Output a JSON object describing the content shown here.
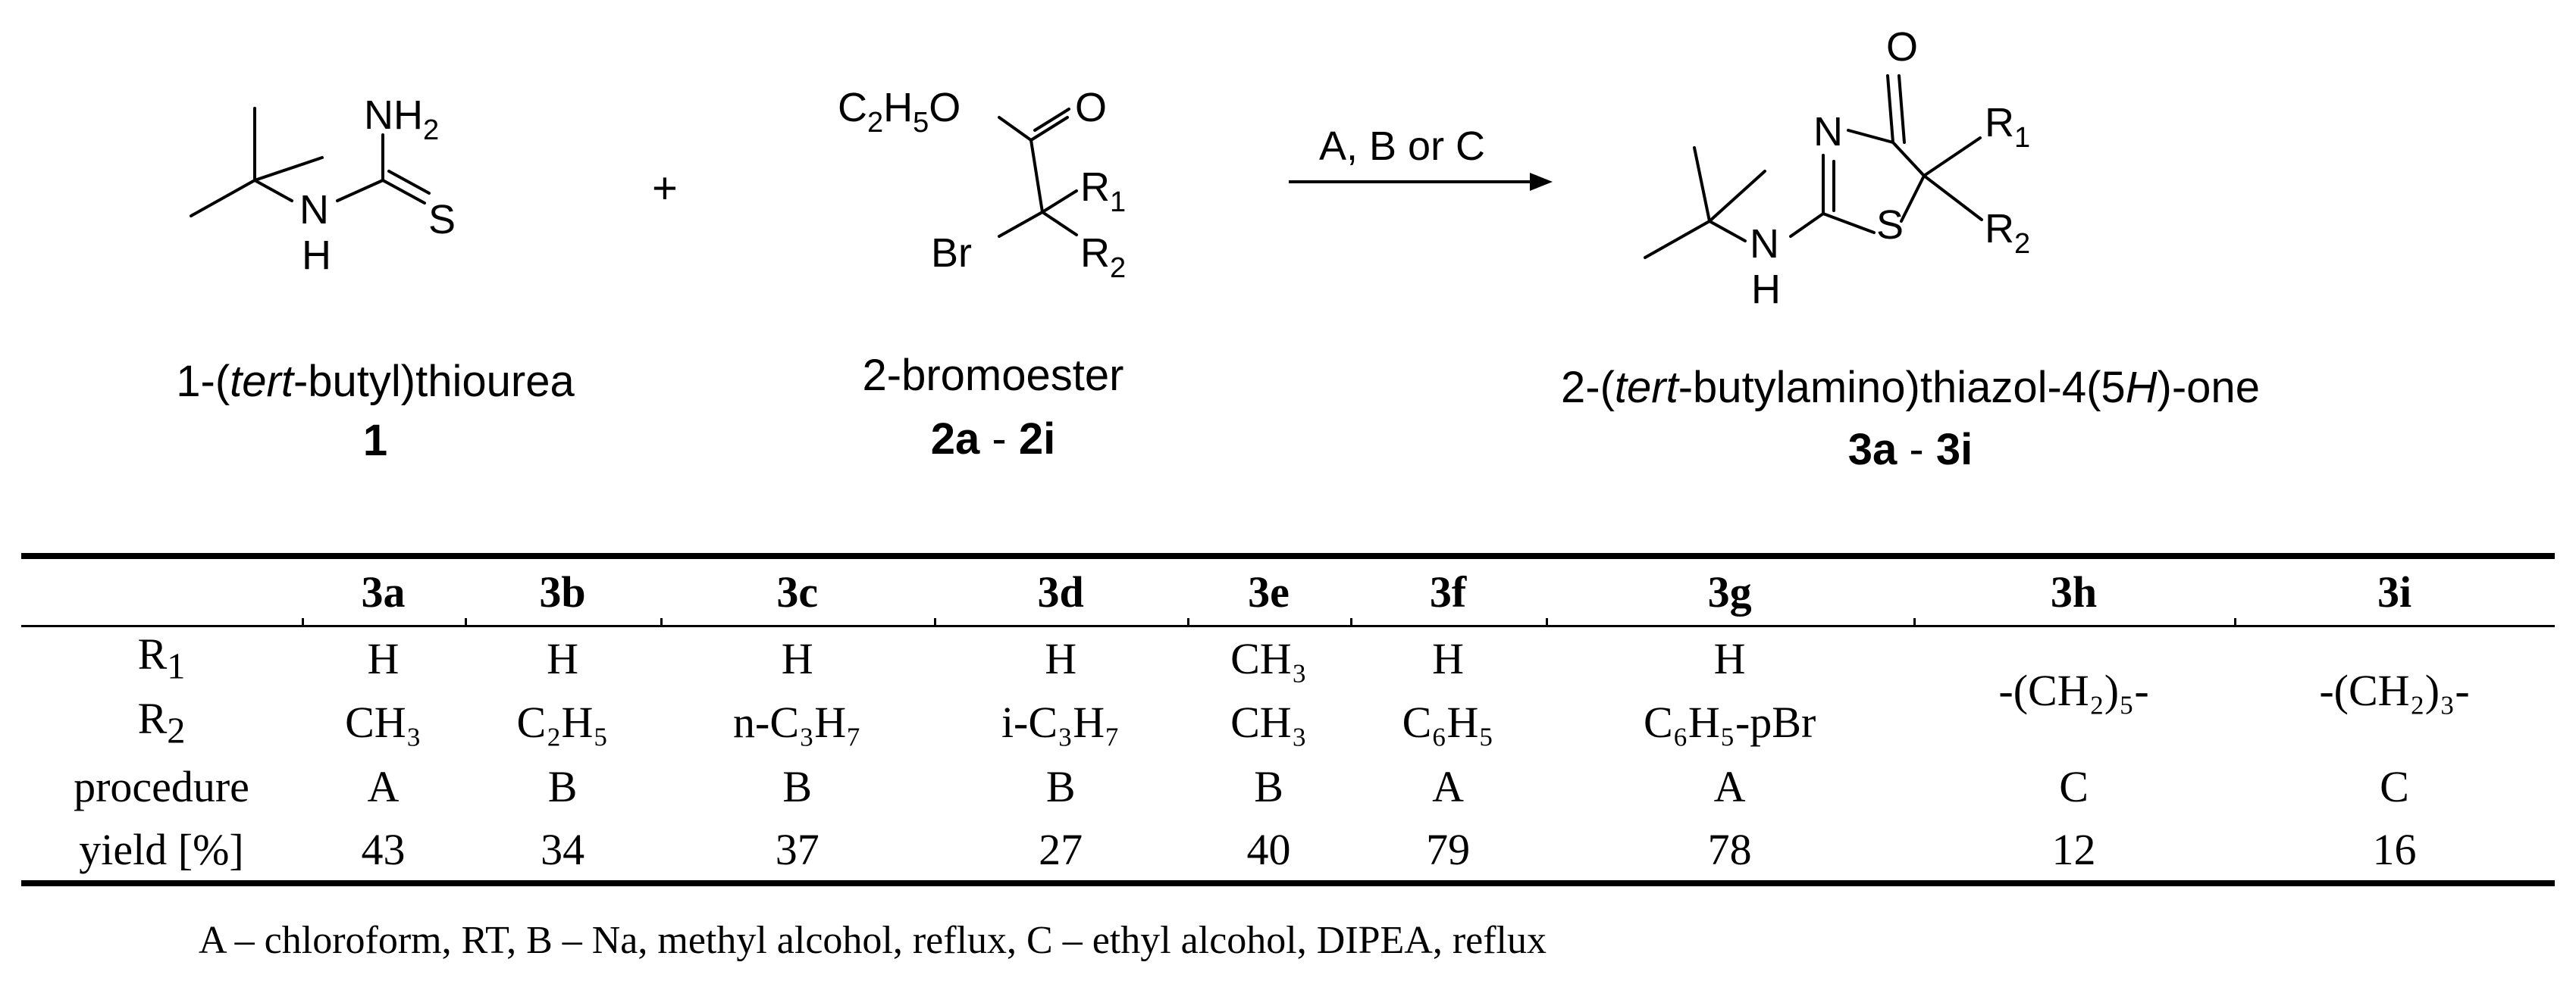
{
  "scheme": {
    "reactant1": {
      "atoms": {
        "nh2_label": "NH",
        "nh2_sub": "2",
        "n_label": "N",
        "h_label": "H",
        "s_label": "S"
      },
      "caption": {
        "prefix": "1-(",
        "italic": "tert",
        "suffix": "-butyl)thiourea"
      },
      "number": "1"
    },
    "plus": "+",
    "reactant2": {
      "atoms": {
        "ester_c": "C",
        "ester_sub1": "2",
        "ester_h": "H",
        "ester_sub2": "5",
        "ester_o": "O",
        "carbonyl_o": "O",
        "r1": "R",
        "r1_sub": "1",
        "br": "Br",
        "r2": "R",
        "r2_sub": "2"
      },
      "caption": "2-bromoester",
      "number": {
        "start": "2a",
        "dash": " - ",
        "end": "2i"
      }
    },
    "arrow_label": "A, B or C",
    "product": {
      "atoms": {
        "o": "O",
        "n_ring": "N",
        "r1": "R",
        "r1_sub": "1",
        "nh_n": "N",
        "nh_h": "H",
        "s": "S",
        "r2": "R",
        "r2_sub": "2"
      },
      "caption": {
        "prefix": "2-(",
        "italic1": "tert",
        "middle": "-butylamino)thiazol-4(5",
        "italic2": "H",
        "suffix": ")-one"
      },
      "number": {
        "start": "3a",
        "dash": " - ",
        "end": "3i"
      }
    }
  },
  "table": {
    "columns": [
      "3a",
      "3b",
      "3c",
      "3d",
      "3e",
      "3f",
      "3g",
      "3h",
      "3i"
    ],
    "r1_label": {
      "base": "R",
      "sub": "1"
    },
    "r2_label": {
      "base": "R",
      "sub": "2"
    },
    "r1": [
      "H",
      "H",
      "H",
      "H",
      "CH₃",
      "H",
      "H"
    ],
    "r2": [
      "CH₃",
      "C₂H₅",
      "n-C₃H₇",
      "i-C₃H₇",
      "CH₃",
      "C₆H₅",
      "C₆H₅-pBr"
    ],
    "merged": [
      "-(CH₂)₅-",
      "-(CH₂)₃-"
    ],
    "procedure_label": "procedure",
    "procedure": [
      "A",
      "B",
      "B",
      "B",
      "B",
      "A",
      "A",
      "C",
      "C"
    ],
    "yield_label": "yield [%]",
    "yield": [
      "43",
      "34",
      "37",
      "27",
      "40",
      "79",
      "78",
      "12",
      "16"
    ]
  },
  "footnote": "A – chloroform, RT, B – Na, methyl alcohol, reflux, C – ethyl alcohol, DIPEA, reflux"
}
